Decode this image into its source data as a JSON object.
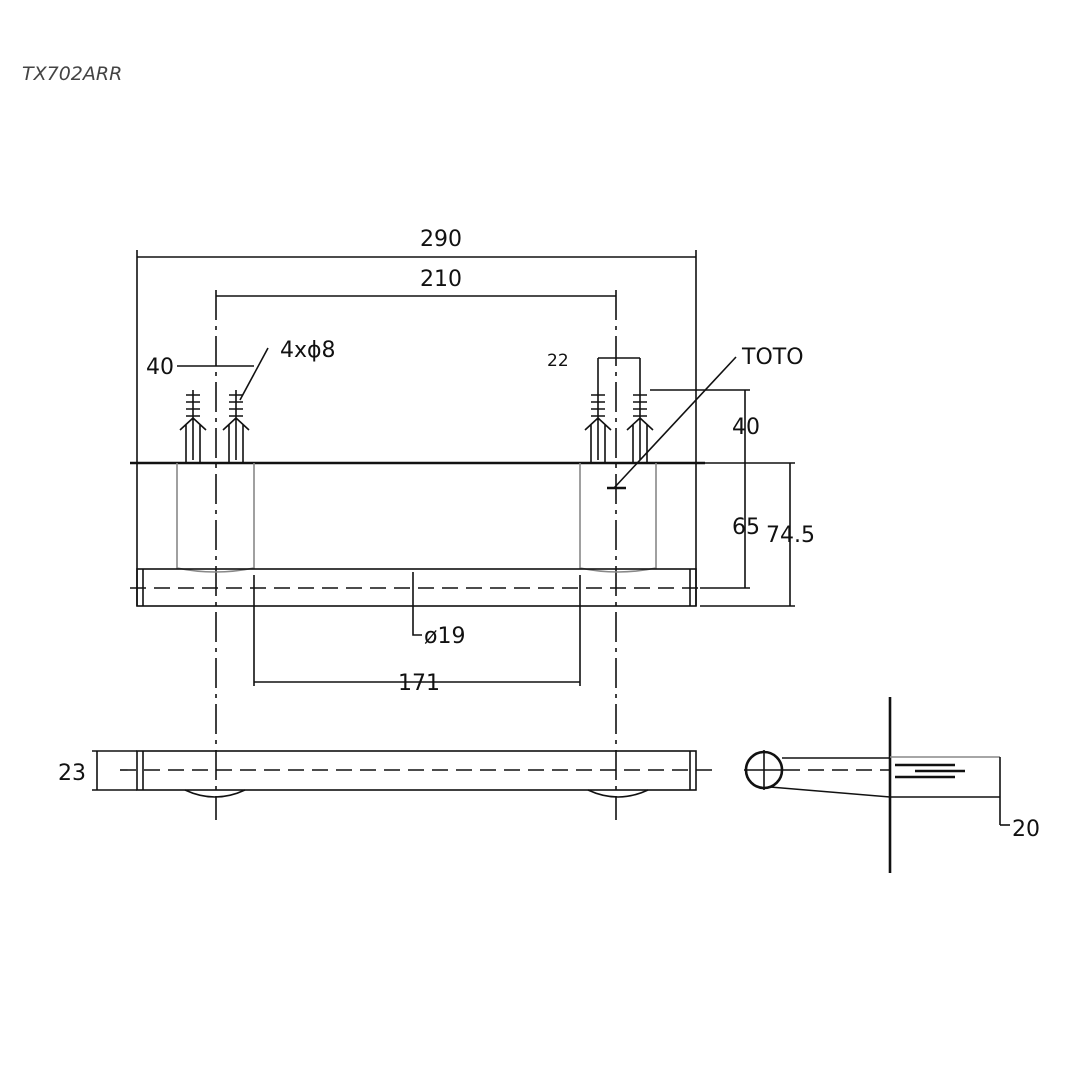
{
  "title": "TX702ARR",
  "dimensions": {
    "overall_width": "290",
    "mount_center": "210",
    "post_width": "40",
    "holes": "4xϕ8",
    "anchor_spacing": "22",
    "brand_label": "TOTO",
    "anchor_height": "40",
    "projection": "65",
    "total_depth": "74.5",
    "bar_diameter": "ø19",
    "inner_span": "171",
    "bar_height": "23",
    "side_thickness": "20"
  }
}
